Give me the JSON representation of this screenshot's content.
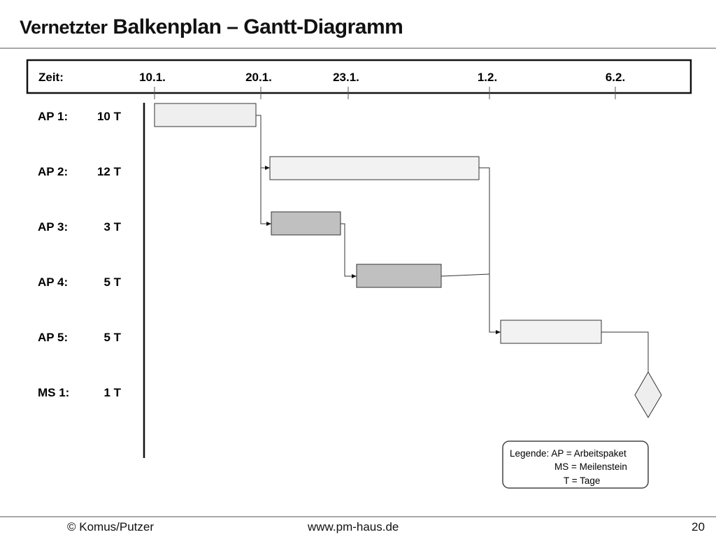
{
  "title": {
    "part1": "Vernetzter",
    "part2": "Balkenplan – Gantt-Diagramm"
  },
  "timeline": {
    "label": "Zeit:",
    "ticks": [
      "10.1.",
      "20.1.",
      "23.1.",
      "1.2.",
      "6.2."
    ]
  },
  "packages": [
    {
      "name": "AP 1:",
      "duration": "10 T",
      "fill": "#efefef"
    },
    {
      "name": "AP 2:",
      "duration": "12 T",
      "fill": "#f2f2f2"
    },
    {
      "name": "AP 3:",
      "duration": "3 T",
      "fill": "#c0c0c0"
    },
    {
      "name": "AP 4:",
      "duration": "5 T",
      "fill": "#c0c0c0"
    },
    {
      "name": "AP 5:",
      "duration": "5 T",
      "fill": "#f2f2f2"
    },
    {
      "name": "MS 1:",
      "duration": "1 T",
      "fill": "#eeeeee"
    }
  ],
  "legend": {
    "line1": "Legende: AP = Arbeitspaket",
    "line2": "MS = Meilenstein",
    "line3": "T = Tage"
  },
  "footer": {
    "copyright": "© Komus/Putzer",
    "url": "www.pm-haus.de",
    "page": "20"
  }
}
